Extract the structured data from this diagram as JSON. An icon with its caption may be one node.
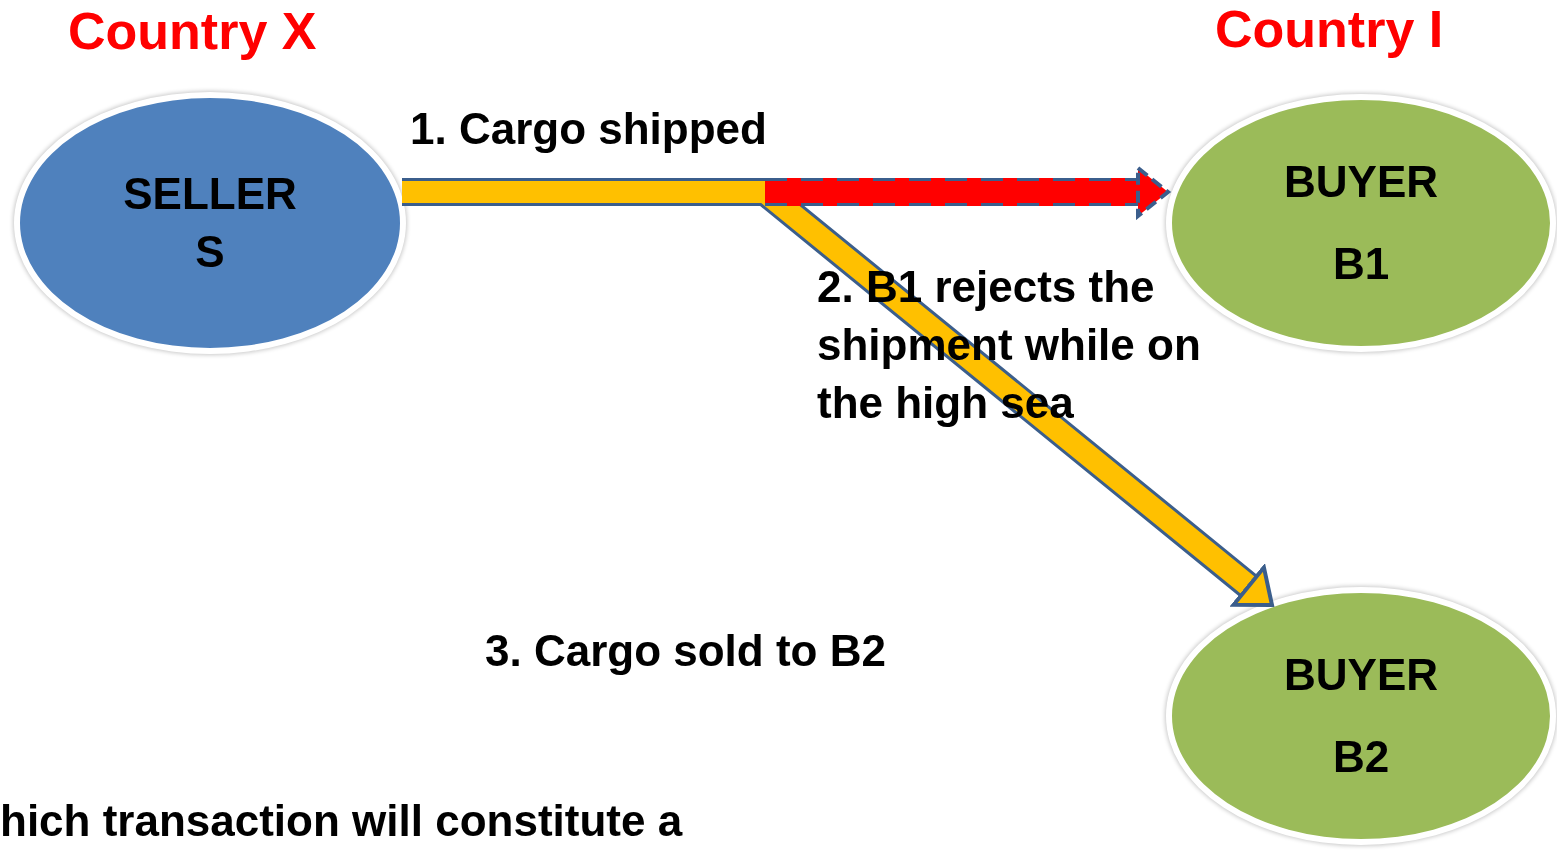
{
  "diagram": {
    "nodes": [
      {
        "text": [
          "SELLER",
          "S"
        ]
      },
      {
        "text": [
          "BUYER",
          "B1"
        ]
      },
      {
        "text": [
          "BUYER",
          "B2"
        ]
      }
    ],
    "edges": [
      {
        "from": 0,
        "to": 2,
        "arrow": "to",
        "color": "#ffc000"
      },
      {
        "from": null,
        "to": 1,
        "arrow": "to",
        "style": "dashed",
        "color": "#ff0000"
      }
    ],
    "labels": [
      "Country X",
      "Country I",
      "1. Cargo shipped",
      "2. B1 rejects the shipment while on the high sea",
      "3. Cargo sold to B2",
      "hich transaction will constitute a"
    ]
  }
}
